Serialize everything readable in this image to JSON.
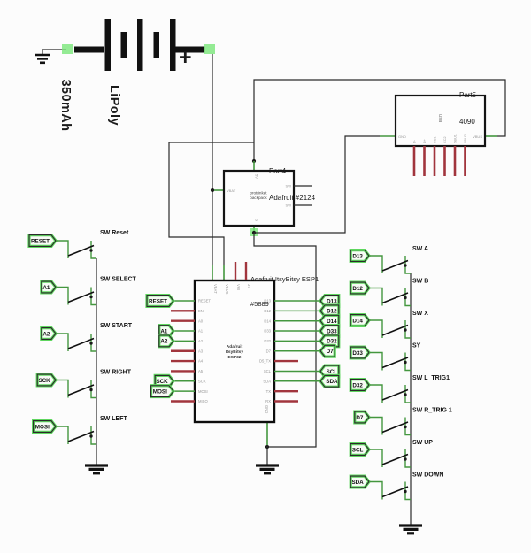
{
  "battery": {
    "label_line1": "LiPoly",
    "label_line2": "350mAh",
    "plus": "+"
  },
  "part5": {
    "name": "Part5",
    "type": "4090",
    "center_label": "USB",
    "pins": {
      "left": "GND",
      "right": "VBUS",
      "bottom": [
        "D-",
        "D+",
        "CC1",
        "CC2",
        "SBU1",
        "SBU2"
      ]
    }
  },
  "part4": {
    "name": "Part4",
    "type": "Adafruit #2124",
    "center_lines": [
      "protrinket",
      "backpack"
    ],
    "pins": {
      "left": "VBAT",
      "top": "5V",
      "bottom": "G",
      "right": [
        "SW",
        "SW"
      ]
    }
  },
  "esp": {
    "name": "Adafruit ItsyBitsy ESP1",
    "number": "#5889",
    "center_lines": [
      "Adafruit",
      "ItsyBitsy",
      "ESP32"
    ],
    "top_pins": [
      {
        "name": "VBAT",
        "connected": true
      },
      {
        "name": "VBUS",
        "connected": true
      },
      {
        "name": "VHI",
        "connected": false
      },
      {
        "name": "3V",
        "connected": false
      }
    ],
    "left_pins": [
      {
        "name": "RESET",
        "flag": "RESET"
      },
      {
        "name": "EN"
      },
      {
        "name": "A0"
      },
      {
        "name": "A1",
        "flag": "A1"
      },
      {
        "name": "A2",
        "flag": "A2"
      },
      {
        "name": "A3"
      },
      {
        "name": "A4"
      },
      {
        "name": "A5"
      },
      {
        "name": "SCK",
        "flag": "SCK"
      },
      {
        "name": "MOSI",
        "flag": "MOSI"
      },
      {
        "name": "MISO"
      }
    ],
    "right_pins": [
      {
        "name": "D13",
        "flag": "D13"
      },
      {
        "name": "D12",
        "flag": "D12"
      },
      {
        "name": "D14",
        "flag": "D14"
      },
      {
        "name": "D33",
        "flag": "D33"
      },
      {
        "name": "D32",
        "flag": "D32"
      },
      {
        "name": "D7",
        "flag": "D7"
      },
      {
        "name": "D5_TX"
      },
      {
        "name": "SCL",
        "flag": "SCL"
      },
      {
        "name": "SDA",
        "flag": "SDA"
      },
      {
        "name": "TX"
      },
      {
        "name": "RX"
      }
    ],
    "bottom_pin": "GND"
  },
  "left_switches": [
    {
      "flag": "RESET",
      "label": "SW Reset"
    },
    {
      "flag": "A1",
      "label": "SW SELECT"
    },
    {
      "flag": "A2",
      "label": "SW START"
    },
    {
      "flag": "SCK",
      "label": "SW RIGHT"
    },
    {
      "flag": "MOSI",
      "label": "SW LEFT"
    }
  ],
  "right_switches": [
    {
      "flag": "D13",
      "label": "SW A"
    },
    {
      "flag": "D12",
      "label": "SW B"
    },
    {
      "flag": "D14",
      "label": "SW X"
    },
    {
      "flag": "D33",
      "label": "SY"
    },
    {
      "flag": "D32",
      "label": "SW L_TRIG1"
    },
    {
      "flag": "D7",
      "label": "SW R_TRIG 1"
    },
    {
      "flag": "SCL",
      "label": "SW UP"
    },
    {
      "flag": "SDA",
      "label": "SW DOWN"
    }
  ],
  "colors": {
    "wire": "#2b2b2b",
    "pin_green": "#44973f",
    "pad_green": "#79e679",
    "stub_red": "#a1353d",
    "flag_glow": "#5fd65f",
    "ink": "#111111",
    "pin_label_gray": "#979797"
  }
}
